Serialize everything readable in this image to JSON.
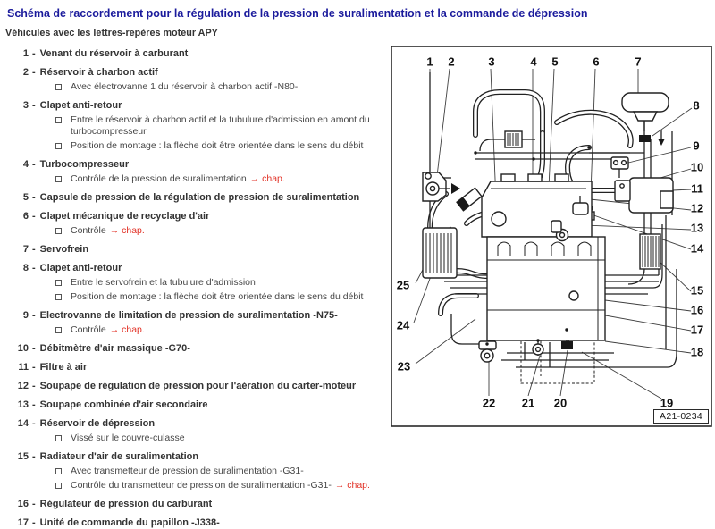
{
  "header": {
    "title": "Schéma de raccordement pour la régulation de la pression de suralimentation et la commande de dépression",
    "subtitle": "Véhicules avec les lettres-repères moteur APY"
  },
  "list": {
    "sep": "-",
    "items": [
      {
        "num": "1",
        "title": "Venant du réservoir à carburant"
      },
      {
        "num": "2",
        "title": "Réservoir à charbon actif",
        "subs": [
          {
            "text": "Avec électrovanne 1 du réservoir à charbon actif -N80-"
          }
        ]
      },
      {
        "num": "3",
        "title": "Clapet anti-retour",
        "subs": [
          {
            "text": "Entre le réservoir à charbon actif et la tubulure d'admission en amont du turbocompresseur"
          },
          {
            "text": "Position de montage : la flèche doit être orientée dans le sens du débit"
          }
        ]
      },
      {
        "num": "4",
        "title": "Turbocompresseur",
        "subs": [
          {
            "text": "Contrôle de la pression de suralimentation",
            "chap": "→ chap."
          }
        ]
      },
      {
        "num": "5",
        "title": "Capsule de pression de la régulation de pression de suralimentation"
      },
      {
        "num": "6",
        "title": "Clapet mécanique de recyclage d'air",
        "subs": [
          {
            "text": "Contrôle",
            "chap": "→ chap."
          }
        ]
      },
      {
        "num": "7",
        "title": "Servofrein"
      },
      {
        "num": "8",
        "title": "Clapet anti-retour",
        "subs": [
          {
            "text": "Entre le servofrein et la tubulure d'admission"
          },
          {
            "text": "Position de montage : la flèche doit être orientée dans le sens du débit"
          }
        ]
      },
      {
        "num": "9",
        "title": "Electrovanne de limitation de pression de suralimentation -N75-",
        "subs": [
          {
            "text": "Contrôle",
            "chap": "→ chap."
          }
        ]
      },
      {
        "num": "10",
        "title": "Débitmètre d'air massique -G70-"
      },
      {
        "num": "11",
        "title": "Filtre à air"
      },
      {
        "num": "12",
        "title": "Soupape de régulation de pression pour l'aération du carter-moteur"
      },
      {
        "num": "13",
        "title": "Soupape combinée d'air secondaire"
      },
      {
        "num": "14",
        "title": "Réservoir de dépression",
        "subs": [
          {
            "text": "Vissé sur le couvre-culasse"
          }
        ]
      },
      {
        "num": "15",
        "title": "Radiateur d'air de suralimentation",
        "subs": [
          {
            "text": "Avec transmetteur de pression de suralimentation -G31-"
          },
          {
            "text": "Contrôle du transmetteur de pression de suralimentation -G31-",
            "chap": "→ chap."
          }
        ]
      },
      {
        "num": "16",
        "title": "Régulateur de pression du carburant"
      },
      {
        "num": "17",
        "title": "Unité de commande du papillon -J338-"
      }
    ]
  },
  "diagram": {
    "figure_label": "A21-0234",
    "callouts": [
      "1",
      "2",
      "3",
      "4",
      "5",
      "6",
      "7",
      "8",
      "9",
      "10",
      "11",
      "12",
      "13",
      "14",
      "15",
      "16",
      "17",
      "18",
      "19",
      "20",
      "21",
      "22",
      "23",
      "24",
      "25"
    ]
  },
  "colors": {
    "title_blue": "#1b1b9c",
    "link_red": "#e23227",
    "line_black": "#222222"
  }
}
